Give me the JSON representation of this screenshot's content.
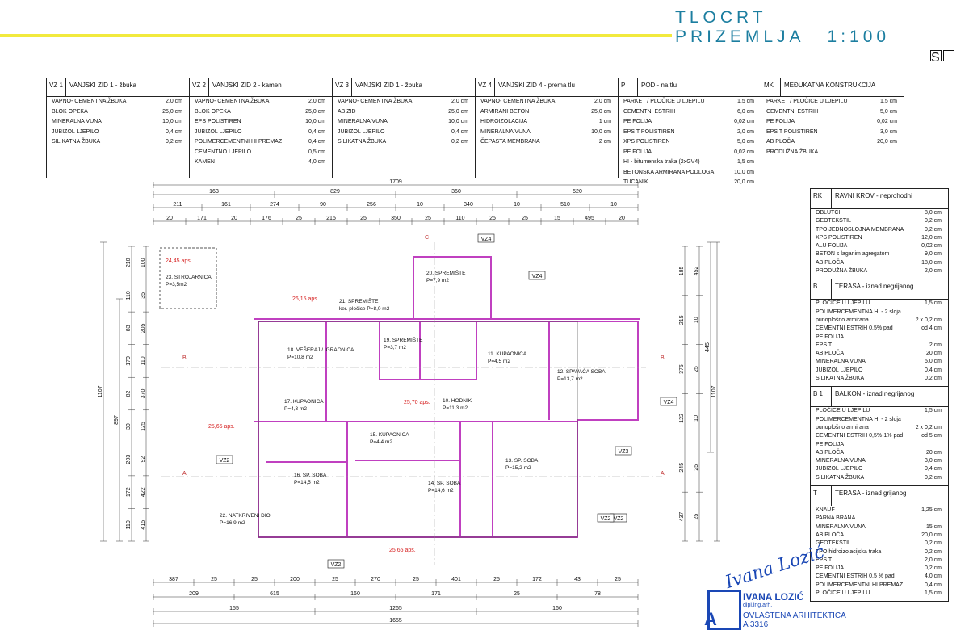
{
  "header": {
    "title": "TLOCRT PRIZEMLJA",
    "scale": "1:100",
    "north": "S"
  },
  "colors": {
    "accent": "#1c7ea0",
    "yellow": "#f2ea3d",
    "walls": "#c040c0",
    "stamp": "#1a47b5",
    "level": "#d62020"
  },
  "legend_top": [
    {
      "code": "VZ 1",
      "name": "VANJSKI ZID 1 - žbuka",
      "rows": [
        [
          "VAPNO- CEMENTNA ŽBUKA",
          "2,0 cm"
        ],
        [
          "BLOK OPEKA",
          "25,0 cm"
        ],
        [
          "MINERALNA VUNA",
          "10,0 cm"
        ],
        [
          "JUBIZOL LJEPILO",
          "0,4 cm"
        ],
        [
          "SILIKATNA ŽBUKA",
          "0,2 cm"
        ]
      ]
    },
    {
      "code": "VZ 2",
      "name": "VANJSKI ZID 2 - kamen",
      "rows": [
        [
          "VAPNO- CEMENTNA ŽBUKA",
          "2,0 cm"
        ],
        [
          "BLOK OPEKA",
          "25,0 cm"
        ],
        [
          "EPS POLISTIREN",
          "10,0 cm"
        ],
        [
          "JUBIZOL LJEPILO",
          "0,4 cm"
        ],
        [
          "POLIMERCEMENTNI HI PREMAZ",
          "0,4 cm"
        ],
        [
          "CEMENTNO LJEPILO",
          "0,5 cm"
        ],
        [
          "KAMEN",
          "4,0 cm"
        ]
      ]
    },
    {
      "code": "VZ 3",
      "name": "VANJSKI ZID 1 - žbuka",
      "rows": [
        [
          "VAPNO- CEMENTNA ŽBUKA",
          "2,0 cm"
        ],
        [
          "AB ZID",
          "25,0 cm"
        ],
        [
          "MINERALNA VUNA",
          "10,0 cm"
        ],
        [
          "JUBIZOL LJEPILO",
          "0,4 cm"
        ],
        [
          "SILIKATNA ŽBUKA",
          "0,2 cm"
        ]
      ]
    },
    {
      "code": "VZ 4",
      "name": "VANJSKI ZID 4 - prema tlu",
      "rows": [
        [
          "VAPNO- CEMENTNA ŽBUKA",
          "2,0 cm"
        ],
        [
          "ARMIRANI BETON",
          "25,0 cm"
        ],
        [
          "HIDROIZOLACIJA",
          "1 cm"
        ],
        [
          "MINERALNA VUNA",
          "10,0 cm"
        ],
        [
          "ČEPASTA MEMBRANA",
          "2 cm"
        ]
      ]
    },
    {
      "code": "P",
      "name": "POD - na tlu",
      "rows": [
        [
          "PARKET / PLOČICE U LJEPILU",
          "1,5 cm"
        ],
        [
          "CEMENTNI ESTRIH",
          "6,0 cm"
        ],
        [
          "PE FOLIJA",
          "0,02 cm"
        ],
        [
          "EPS T POLISTIREN",
          "2,0 cm"
        ],
        [
          "XPS POLISTIREN",
          "5,0 cm"
        ],
        [
          "PE FOLIJA",
          "0,02 cm"
        ],
        [
          "HI - bitumenska traka (2xGV4)",
          "1,5 cm"
        ],
        [
          "BETONSKA ARMIRANA PODLOGA",
          "10,0 cm"
        ],
        [
          "TUCANIK",
          "20,0 cm"
        ]
      ]
    },
    {
      "code": "MK",
      "name": "MEĐUKATNA KONSTRUKCIJA",
      "rows": [
        [
          "PARKET / PLOČICE U LJEPILU",
          "1,5 cm"
        ],
        [
          "CEMENTNI ESTRIH",
          "5,0 cm"
        ],
        [
          "PE FOLIJA",
          "0,02 cm"
        ],
        [
          "EPS T POLISTIREN",
          "3,0 cm"
        ],
        [
          "AB PLOČA",
          "20,0 cm"
        ],
        [
          "PRODUŽNA ŽBUKA",
          ""
        ]
      ]
    }
  ],
  "legend_right": [
    {
      "code": "RK",
      "name": "RAVNI KROV  - neprohodni",
      "rows": [
        [
          "OBLUTCI",
          "8,0 cm"
        ],
        [
          "GEOTEKSTIL",
          "0,2 cm"
        ],
        [
          "TPO JEDNOSLOJNA MEMBRANA",
          "0,2 cm"
        ],
        [
          "XPS POLISTIREN",
          "12,0 cm"
        ],
        [
          "ALU FOLIJA",
          "0,02 cm"
        ],
        [
          "BETON s laganim agregatom",
          "9,0 cm"
        ],
        [
          "AB PLOČA",
          "18,0 cm"
        ],
        [
          "PRODUŽNA ŽBUKA",
          "2,0 cm"
        ]
      ]
    },
    {
      "code": "B",
      "name": "TERASA  - iznad negrijanog",
      "rows": [
        [
          "PLOČICE U LJEPILU",
          "1,5 cm"
        ],
        [
          "POLIMERCEMENTNA HI - 2 sloja",
          ""
        ],
        [
          "punoplošno armirana",
          "2 x 0,2 cm"
        ],
        [
          "CEMENTNI ESTRIH 0,5% pad",
          "od 4 cm"
        ],
        [
          "PE FOLIJA",
          ""
        ],
        [
          "EPS T",
          "2 cm"
        ],
        [
          "AB PLOČA",
          "20 cm"
        ],
        [
          "MINERALNA VUNA",
          "5,0 cm"
        ],
        [
          "JUBIZOL LJEPILO",
          "0,4 cm"
        ],
        [
          "SILIKATNA ŽBUKA",
          "0,2 cm"
        ]
      ]
    },
    {
      "code": "B 1",
      "name": "BALKON  - iznad negrijanog",
      "rows": [
        [
          "PLOČICE U LJEPILU",
          "1,5 cm"
        ],
        [
          "POLIMERCEMENTNA HI - 2 sloja",
          ""
        ],
        [
          "punoplošno armirana",
          "2 x 0,2 cm"
        ],
        [
          "CEMENTNI ESTRIH 0,5%-1% pad",
          "od 5 cm"
        ],
        [
          "PE FOLIJA",
          ""
        ],
        [
          "AB PLOČA",
          "20 cm"
        ],
        [
          "MINERALNA VUNA",
          "3,0 cm"
        ],
        [
          "JUBIZOL LJEPILO",
          "0,4 cm"
        ],
        [
          "SILIKATNA ŽBUKA",
          "0,2 cm"
        ]
      ]
    },
    {
      "code": "T",
      "name": "TERASA  - iznad grijanog",
      "rows": [
        [
          "KNAUF",
          "1,25 cm"
        ],
        [
          "PARNA BRANA",
          ""
        ],
        [
          "MINERALNA VUNA",
          "15 cm"
        ],
        [
          "AB PLOČA",
          "20,0 cm"
        ],
        [
          "GEOTEKSTIL",
          "0,2 cm"
        ],
        [
          "TPO hidroizolacijska traka",
          "0,2 cm"
        ],
        [
          "EPS T",
          "2,0 cm"
        ],
        [
          "PE FOLIJA",
          "0,2 cm"
        ],
        [
          "CEMENTNI ESTRIH 0,5 % pad",
          "4,0 cm"
        ],
        [
          "POLIMERCEMENTNI HI PREMAZ",
          "0,4 cm"
        ],
        [
          "PLOČICE U LJEPILU",
          "1,5 cm"
        ]
      ]
    }
  ],
  "dims_top": {
    "row1": [
      "1709"
    ],
    "row2": [
      "163",
      "829",
      "360",
      "520"
    ],
    "row3": [
      "211",
      "161",
      "274",
      "90",
      "256",
      "10",
      "340",
      "10",
      "510",
      "10"
    ],
    "row4": [
      "20",
      "171",
      "20",
      "176",
      "25",
      "215",
      "25",
      "350",
      "25",
      "110",
      "25",
      "25",
      "15",
      "495",
      "20"
    ]
  },
  "dims_bottom": {
    "row1": [
      "387",
      "25",
      "25",
      "200",
      "25",
      "270",
      "25",
      "401",
      "25",
      "172",
      "43",
      "25"
    ],
    "row2": [
      "209",
      "615",
      "160",
      "171",
      "25",
      "78"
    ],
    "row3": [
      "155",
      "1265",
      "160"
    ],
    "row4": [
      "1655"
    ]
  },
  "dims_left": {
    "outer": "1107",
    "inner": "897",
    "row": [
      "210",
      "110",
      "83",
      "170",
      "82",
      "30",
      "203",
      "172",
      "119"
    ],
    "row2": [
      "100",
      "35",
      "205",
      "110",
      "370",
      "125",
      "92",
      "422",
      "415"
    ]
  },
  "dims_right": {
    "outer": "1107",
    "inner": "445",
    "row": [
      "185",
      "215",
      "375",
      "122",
      "245",
      "437"
    ],
    "row2": [
      "452",
      "10",
      "25",
      "10",
      "25",
      "25"
    ]
  },
  "rooms": [
    {
      "label": "23. STROJARNICA",
      "area": "P=3,5m2"
    },
    {
      "label": "21. SPREMIŠTE",
      "area": "ker. pločice P=8,0 m2"
    },
    {
      "label": "20. SPREMIŠTE",
      "area": "P=7,9 m2"
    },
    {
      "label": "18. VEŠERAJ / IGRAONICA",
      "area": "P=10,8 m2"
    },
    {
      "label": "19. SPREMIŠTE",
      "area": "P=3,7 m2"
    },
    {
      "label": "11. KUPAONICA",
      "area": "P=4,5 m2"
    },
    {
      "label": "12. SPAVAĆA SOBA",
      "area": "P=13,7 m2"
    },
    {
      "label": "17. KUPAONICA",
      "area": "P=4,3 m2"
    },
    {
      "label": "10. HODNIK",
      "area": "P=11,3 m2"
    },
    {
      "label": "15. KUPAONICA",
      "area": "P=4,4 m2"
    },
    {
      "label": "16. SP. SOBA",
      "area": "P=14,5 m2"
    },
    {
      "label": "14. SP. SOBA",
      "area": "P=14,6 m2"
    },
    {
      "label": "13. SP. SOBA",
      "area": "P=15,2 m2"
    },
    {
      "label": "22. NATKRIVENI DIO",
      "area": "P=16,9 m2"
    }
  ],
  "levels": [
    "24,45 aps.",
    "26,15 aps.",
    "25,65 aps.",
    "25,70 aps.",
    "25,65 aps."
  ],
  "wall_tags": [
    "VZ4",
    "VZ4",
    "VZ4",
    "VZ2",
    "VZ2",
    "VZ2",
    "VZ3",
    "VZ2"
  ],
  "sections": [
    "C",
    "B",
    "B",
    "A",
    "A"
  ],
  "stamp": {
    "letter": "A",
    "name": "IVANA LOZIĆ",
    "title": "dipl.ing.arh.",
    "role": "OVLAŠTENA ARHITEKTICA",
    "number": "A 3316",
    "signature": "Ivana Lozić"
  }
}
